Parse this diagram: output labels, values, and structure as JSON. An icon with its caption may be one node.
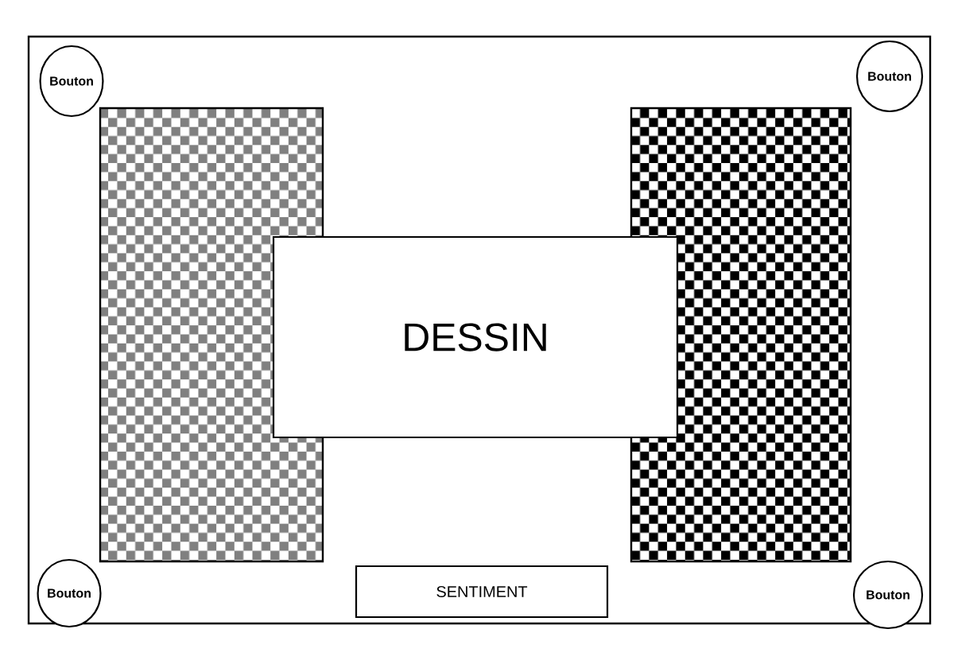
{
  "diagram": {
    "nodes": [
      {
        "text": [],
        "shape": "box"
      },
      {
        "text": [
          "Bouton"
        ],
        "in": 0
      },
      {
        "text": [
          "Bouton"
        ],
        "in": 0
      },
      {
        "text": [],
        "shape": "bar",
        "in": 0
      },
      {
        "text": [],
        "shape": "bar",
        "in": 0
      },
      {
        "text": [
          "DESSIN"
        ],
        "in": 0
      },
      {
        "text": [
          "Bouton"
        ],
        "in": 0
      },
      {
        "text": [
          "SENTIMENT"
        ],
        "in": 0
      },
      {
        "text": [
          "Bouton"
        ],
        "in": 0
      }
    ]
  }
}
